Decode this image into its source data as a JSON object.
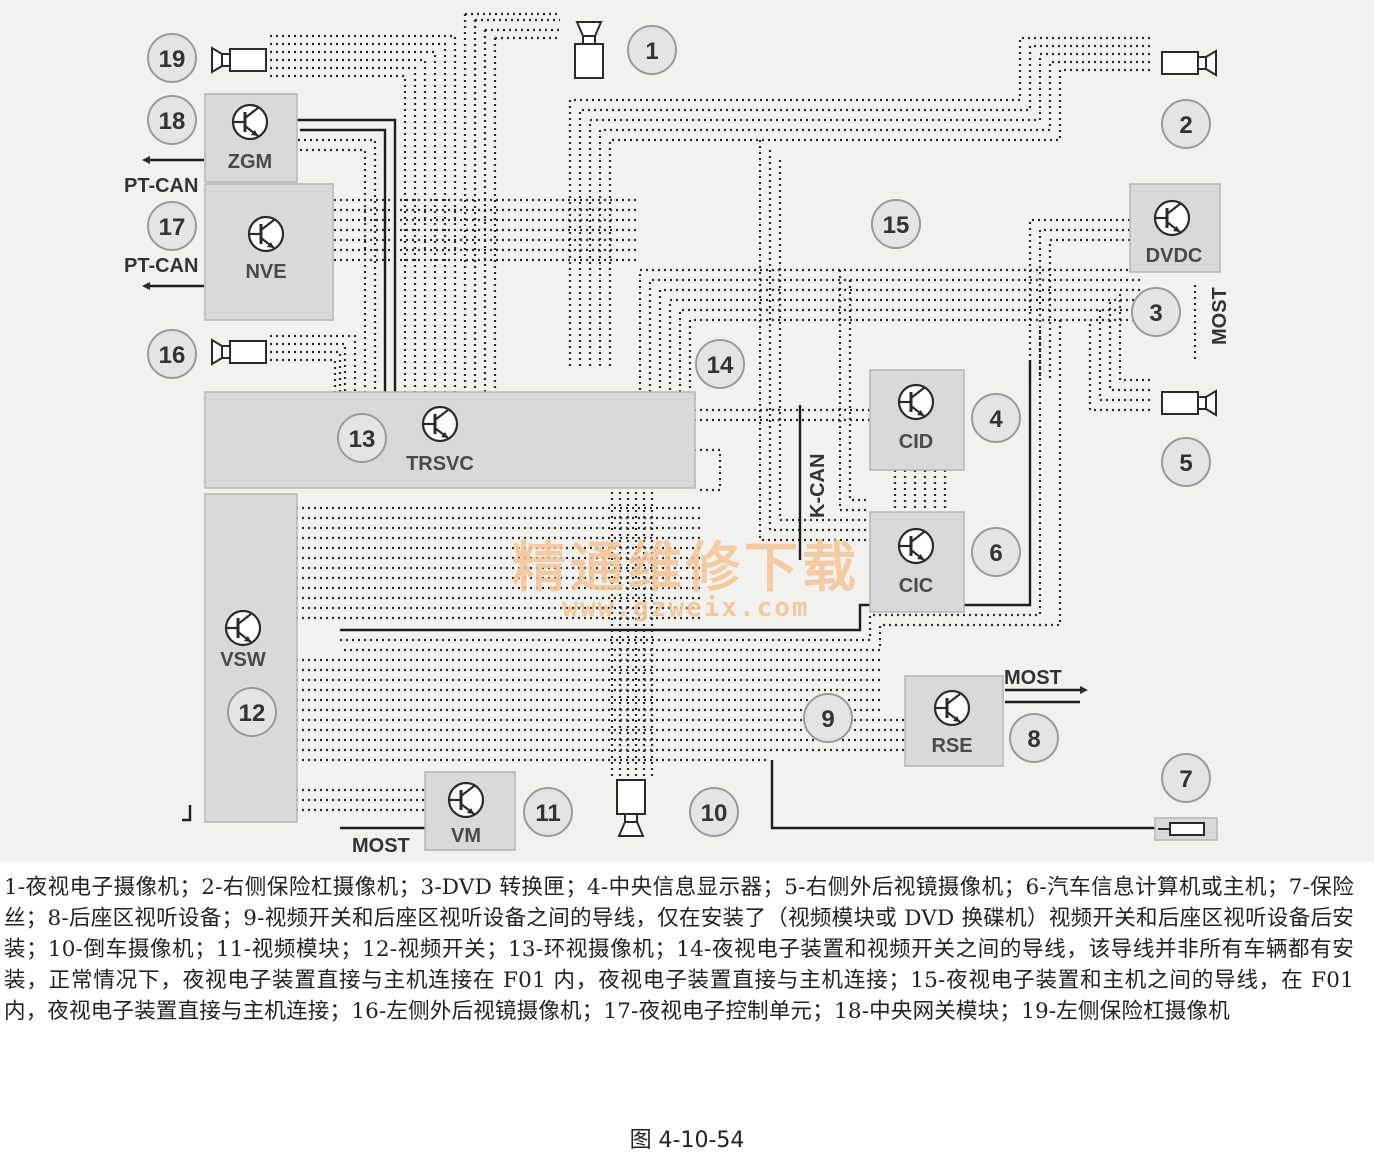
{
  "modules": {
    "zgm": "ZGM",
    "nve": "NVE",
    "trsvc": "TRSVC",
    "vsw": "VSW",
    "vm": "VM",
    "cid": "CID",
    "cic": "CIC",
    "dvdc": "DVDC",
    "rse": "RSE"
  },
  "bus_labels": {
    "pt_can_top": "PT-CAN",
    "pt_can_bottom": "PT-CAN",
    "most_dvdc": "MOST",
    "most_rse": "MOST",
    "most_vm": "MOST",
    "k_can": "K-CAN"
  },
  "numbers": [
    "1",
    "2",
    "3",
    "4",
    "5",
    "6",
    "7",
    "8",
    "9",
    "10",
    "11",
    "12",
    "13",
    "14",
    "15",
    "16",
    "17",
    "18",
    "19"
  ],
  "watermark": {
    "main": "精通维修下载",
    "url": "www.gzweix.com"
  },
  "caption": "1-夜视电子摄像机；2-右侧保险杠摄像机；3-DVD 转换匣；4-中央信息显示器；5-右侧外后视镜摄像机；6-汽车信息计算机或主机；7-保险丝；8-后座区视听设备；9-视频开关和后座区视听设备之间的导线，仅在安装了（视频模块或 DVD 换碟机）视频开关和后座区视听设备后安装；10-倒车摄像机；11-视频模块；12-视频开关；13-环视摄像机；14-夜视电子装置和视频开关之间的导线，该导线并非所有车辆都有安装，正常情况下，夜视电子装置直接与主机连接在 F01 内，夜视电子装置直接与主机连接；15-夜视电子装置和主机之间的导线，在 F01 内，夜视电子装置直接与主机连接；16-左侧外后视镜摄像机；17-夜视电子控制单元；18-中央网关模块；19-左侧保险杠摄像机",
  "figure_label": "图 4-10-54"
}
